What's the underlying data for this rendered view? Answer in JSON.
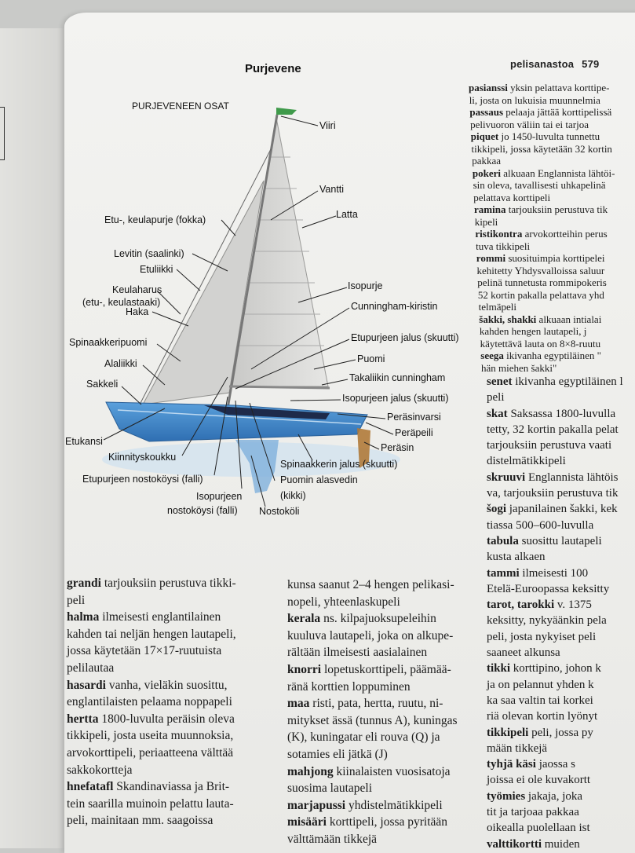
{
  "header": {
    "title": "Purjevene",
    "section": "pelisanastoa",
    "page_number": "579"
  },
  "diagram": {
    "title": "PURJEVENEEN OSAT",
    "colors": {
      "hull": "#3f86c8",
      "sail": "#dcdcda",
      "flag": "#3f9a4a",
      "rudder": "#b07a3a",
      "water": "#a9cbe6"
    },
    "labels": {
      "viiri": "Viiri",
      "vantti": "Vantti",
      "latta": "Latta",
      "fokka": "Etu-, keulapurje (fokka)",
      "levitin": "Levitin (saalinki)",
      "etuliikki": "Etuliikki",
      "isopurje": "Isopurje",
      "keulaharus": "Keulaharus",
      "keulaharus_sub": "(etu-, keulastaaki)",
      "haka": "Haka",
      "cunningham_kiristin": "Cunningham-kiristin",
      "etupurjeen_jalus": "Etupurjeen jalus (skuutti)",
      "spinaakkeripuomi": "Spinaakkeripuomi",
      "puomi": "Puomi",
      "alaliikki": "Alaliikki",
      "takaliikin_cunningham": "Takaliikin cunningham",
      "sakkeli": "Sakkeli",
      "isopurjeen_jalus": "Isopurjeen jalus (skuutti)",
      "perasinvarsi": "Peräsinvarsi",
      "etukansi": "Etukansi",
      "perapeili": "Peräpeili",
      "perasin": "Peräsin",
      "kiinnityskoukku": "Kiinnityskoukku",
      "spinaakkerin_jalus": "Spinaakkerin jalus (skuutti)",
      "etupurjeen_nostokoysi": "Etupurjeen nostoköysi (falli)",
      "puomin_alasvedin": "Puomin alasvedin",
      "puomin_alasvedin_sub": "(kikki)",
      "isopurjeen_nostokoysi_1": "Isopurjeen",
      "isopurjeen_nostokoysi_2": "nostoköysi (falli)",
      "nostokoli": "Nostoköli"
    }
  },
  "columns": {
    "left": [
      {
        "b": "grandi",
        "t": " tarjouksiin perustuva tikki-"
      },
      {
        "t": "peli"
      },
      {
        "b": "halma",
        "t": " ilmeisesti englantilainen"
      },
      {
        "t": "kahden tai neljän hengen lautapeli,"
      },
      {
        "t": "jossa käytetään 17×17-ruutuista"
      },
      {
        "t": "pelilautaa"
      },
      {
        "b": "hasardi",
        "t": " vanha, vieläkin suosittu,"
      },
      {
        "t": "englantilaisten pelaama noppapeli"
      },
      {
        "b": "hertta",
        "t": " 1800-luvulta peräisin oleva"
      },
      {
        "t": "tikkipeli, josta useita muunnoksia,"
      },
      {
        "t": "arvokorttipeli, periaatteena välttää"
      },
      {
        "t": "sakkokortteja"
      },
      {
        "b": "hnefatafl",
        "t": " Skandinaviassa ja Brit-"
      },
      {
        "t": "tein saarilla muinoin pelattu lauta-"
      },
      {
        "t": "peli, mainitaan mm. saagoissa"
      }
    ],
    "middle": [
      {
        "t": "kunsa saanut 2–4 hengen pelikasi-"
      },
      {
        "t": "nopeli, yhteenlaskupeli"
      },
      {
        "b": "kerala",
        "t": " ns. kilpajuoksupeleihin"
      },
      {
        "t": "kuuluva lautapeli, joka on alkupe-"
      },
      {
        "t": "rältään ilmeisesti aasialainen"
      },
      {
        "b": "knorri",
        "t": " lopetuskorttipeli, päämää-"
      },
      {
        "t": "ränä korttien loppuminen"
      },
      {
        "b": "maa",
        "t": " risti, pata, hertta, ruutu, ni-"
      },
      {
        "t": "mitykset ässä (tunnus A), kuningas"
      },
      {
        "t": "(K), kuningatar eli rouva (Q) ja"
      },
      {
        "t": "sotamies eli jätkä (J)"
      },
      {
        "b": "mahjong",
        "t": " kiinalaisten vuosisatoja"
      },
      {
        "t": "suosima lautapeli"
      },
      {
        "b": "marjapussi",
        "t": " yhdistelmätikkipeli"
      },
      {
        "b": "misääri",
        "t": " korttipeli, jossa pyritään"
      },
      {
        "t": "välttämään tikkejä"
      }
    ],
    "right_top": [
      {
        "b": "pasianssi",
        "t": " yksin pelattava korttipe-"
      },
      {
        "t": "li, josta on lukuisia muunnelmia"
      },
      {
        "b": "passaus",
        "t": " pelaaja jättää korttipelissä"
      },
      {
        "t": "pelivuoron väliin tai ei tarjoa"
      },
      {
        "b": "piquet",
        "t": " jo 1450-luvulta tunnettu"
      },
      {
        "t": "tikkipeli, jossa käytetään 32 kortin"
      },
      {
        "t": "pakkaa"
      },
      {
        "b": "pokeri",
        "t": " alkuaan Englannista lähtöi-"
      },
      {
        "t": "sin oleva, tavallisesti uhkapelinä"
      },
      {
        "t": "pelattava korttipeli"
      },
      {
        "b": "ramina",
        "t": " tarjouksiin perustuva tik"
      },
      {
        "t": "kipeli"
      },
      {
        "b": "ristikontra",
        "t": " arvokortteihin perus"
      },
      {
        "t": "tuva tikkipeli"
      },
      {
        "b": "rommi",
        "t": " suosituimpia korttipelei"
      },
      {
        "t": "kehitetty Yhdysvalloissa saluur"
      },
      {
        "t": "pelinä tunnetusta rommipokeris"
      },
      {
        "t": "52 kortin pakalla pelattava yhd"
      },
      {
        "t": "telmäpeli"
      },
      {
        "b": "šakki, shakki",
        "t": " alkuaan intialai"
      },
      {
        "t": "kahden hengen lautapeli, j"
      },
      {
        "t": "käytettävä lauta on 8×8-ruutu"
      },
      {
        "b": "seega",
        "t": " ikivanha egyptiläinen \""
      },
      {
        "t": "hän miehen šakki\""
      }
    ],
    "right_bottom": [
      {
        "b": "senet",
        "t": " ikivanha egyptiläinen l"
      },
      {
        "t": "peli"
      },
      {
        "b": "skat",
        "t": " Saksassa 1800-luvulla"
      },
      {
        "t": "tetty, 32 kortin pakalla pelat"
      },
      {
        "t": "tarjouksiin perustuva vaati"
      },
      {
        "t": "distelmätikkipeli"
      },
      {
        "b": "skruuvi",
        "t": " Englannista lähtöis"
      },
      {
        "t": "va, tarjouksiin perustuva tik"
      },
      {
        "b": "šogi",
        "t": " japanilainen šakki, kek"
      },
      {
        "t": "tiassa 500–600-luvulla"
      },
      {
        "b": "tabula",
        "t": " suosittu lautapeli"
      },
      {
        "t": "kusta alkaen"
      },
      {
        "b": "tammi",
        "t": " ilmeisesti 100"
      },
      {
        "t": "Etelä-Euroopassa keksitty"
      },
      {
        "b": "tarot, tarokki",
        "t": " v. 1375"
      },
      {
        "t": "keksitty, nykyäänkin pela"
      },
      {
        "t": "peli, josta nykyiset peli"
      },
      {
        "t": "saaneet alkunsa"
      },
      {
        "b": "tikki",
        "t": " korttipino, johon k"
      },
      {
        "t": "ja on pelannut yhden k"
      },
      {
        "t": "ka saa valtin tai korkei"
      },
      {
        "t": "riä olevan kortin lyönyt"
      },
      {
        "b": "tikkipeli",
        "t": " peli, jossa py"
      },
      {
        "t": "mään tikkejä"
      },
      {
        "b": "tyhjä käsi",
        "t": " jaossa s"
      },
      {
        "t": "joissa ei ole kuvakortt"
      },
      {
        "b": "työmies",
        "t": " jakaja, joka"
      },
      {
        "t": "tit ja tarjoaa pakkaa"
      },
      {
        "t": "oikealla puolellaan ist"
      },
      {
        "b": "valttikortti",
        "t": " muiden"
      }
    ]
  }
}
